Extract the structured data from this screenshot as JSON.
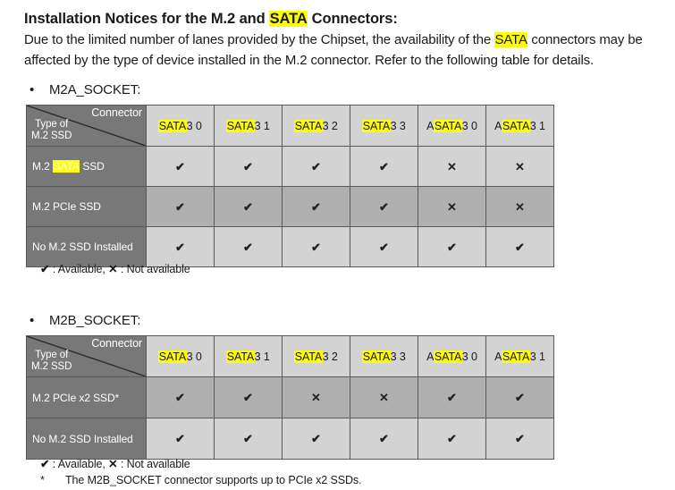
{
  "intro": {
    "title_pre": "Installation Notices for the M.2 and ",
    "title_hl": "SATA",
    "title_post": " Connectors:",
    "body_pre": "Due to the limited number of lanes provided by the Chipset, the availability of the ",
    "body_hl": "SATA",
    "body_post": " connectors may be affected by the type of device installed in the M.2 connector. Refer to the following table for details."
  },
  "marks": {
    "yes": "✔",
    "no": "✕",
    "bullet": "•"
  },
  "colors": {
    "highlight": "#ffff00",
    "header_dark": "#787878",
    "row_light": "#d3d3d3",
    "row_dark": "#b0b0b0",
    "border": "#595959"
  },
  "corner": {
    "connector_label": "Connector",
    "type_line1": "Type of",
    "type_line2": "M.2 SSD"
  },
  "columns": [
    {
      "pre": "",
      "hl": "SATA",
      "post": "3 0"
    },
    {
      "pre": "",
      "hl": "SATA",
      "post": "3 1"
    },
    {
      "pre": "",
      "hl": "SATA",
      "post": "3 2"
    },
    {
      "pre": "",
      "hl": "SATA",
      "post": "3 3"
    },
    {
      "pre": "A",
      "hl": "SATA",
      "post": "3 0"
    },
    {
      "pre": "A",
      "hl": "SATA",
      "post": "3 1"
    }
  ],
  "table_a": {
    "heading": "M2A_SOCKET:",
    "rows": [
      {
        "label_pre": "M.2 ",
        "label_hl": "SATA",
        "label_post": " SSD",
        "shade": "light",
        "values": [
          "yes",
          "yes",
          "yes",
          "yes",
          "no",
          "no"
        ]
      },
      {
        "label_pre": "M.2 PCIe SSD",
        "label_hl": "",
        "label_post": "",
        "shade": "dark",
        "values": [
          "yes",
          "yes",
          "yes",
          "yes",
          "no",
          "no"
        ]
      },
      {
        "label_pre": "No M.2 SSD Installed",
        "label_hl": "",
        "label_post": "",
        "shade": "light",
        "values": [
          "yes",
          "yes",
          "yes",
          "yes",
          "yes",
          "yes"
        ]
      }
    ],
    "legend_yes": ": Available,",
    "legend_no": ": Not available"
  },
  "table_b": {
    "heading": "M2B_SOCKET:",
    "rows": [
      {
        "label_pre": "M.2 PCIe x2 SSD*",
        "label_hl": "",
        "label_post": "",
        "shade": "dark",
        "values": [
          "yes",
          "yes",
          "no",
          "no",
          "yes",
          "yes"
        ]
      },
      {
        "label_pre": "No M.2 SSD Installed",
        "label_hl": "",
        "label_post": "",
        "shade": "light",
        "values": [
          "yes",
          "yes",
          "yes",
          "yes",
          "yes",
          "yes"
        ]
      }
    ],
    "legend_yes": ": Available,",
    "legend_no": ": Not available",
    "footnote_star": "*",
    "footnote_text": "The M2B_SOCKET connector supports up to PCIe x2 SSDs."
  }
}
